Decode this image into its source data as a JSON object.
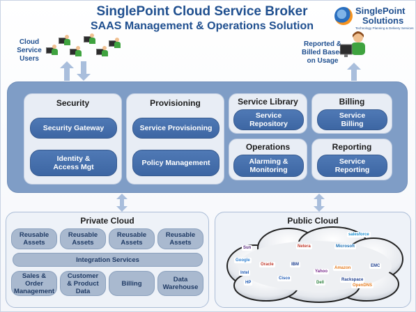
{
  "header": {
    "title": "SinglePoint Cloud Service Broker",
    "subtitle": "SAAS Management & Operations Solution"
  },
  "logo": {
    "line1": "SinglePoint",
    "line2": "Solutions",
    "tagline": "Technology Planning & Delivery Services"
  },
  "left_label": {
    "l1": "Cloud",
    "l2": "Service",
    "l3": "Users"
  },
  "right_label": {
    "l1": "Reported &",
    "l2": "Billed Based",
    "l3": "on Usage"
  },
  "panels": {
    "security": {
      "title": "Security",
      "items": [
        "Security Gateway",
        "Identity &",
        "Access Mgt"
      ]
    },
    "provisioning": {
      "title": "Provisioning",
      "items": [
        "Service Provisioning",
        "Policy Management"
      ]
    },
    "service_library": {
      "title": "Service Library",
      "items": [
        "Service",
        "Repository"
      ]
    },
    "billing": {
      "title": "Billing",
      "items": [
        "Service",
        "Billing"
      ]
    },
    "operations": {
      "title": "Operations",
      "items": [
        "Alarming &",
        "Monitoring"
      ]
    },
    "reporting": {
      "title": "Reporting",
      "items": [
        "Service",
        "Reporting"
      ]
    }
  },
  "private_cloud": {
    "title": "Private Cloud",
    "assets": [
      {
        "l1": "Reusable",
        "l2": "Assets"
      },
      {
        "l1": "Reusable",
        "l2": "Assets"
      },
      {
        "l1": "Reusable",
        "l2": "Assets"
      },
      {
        "l1": "Reusable",
        "l2": "Assets"
      }
    ],
    "integration": "Integration Services",
    "systems": {
      "sales": {
        "l1": "Sales &",
        "l2": "Order",
        "l3": "Management"
      },
      "customer": {
        "l1": "Customer",
        "l2": "& Product",
        "l3": "Data"
      },
      "billing": "Billing",
      "warehouse": {
        "l1": "Data",
        "l2": "Warehouse"
      }
    }
  },
  "public_cloud": {
    "title": "Public Cloud",
    "vendors": [
      "Sun",
      "Netera",
      "Microsoft",
      "Google",
      "IBM",
      "Oracle",
      "Intel",
      "Amazon",
      "EMC",
      "HP",
      "Yahoo",
      "salesforce",
      "Cisco",
      "Dell",
      "Rackspace",
      "OpenDNS"
    ]
  },
  "colors": {
    "brand_blue": "#1f4f8f",
    "panel_blue": "#7f9dc6",
    "pill_blue": "#4a73ad",
    "asset_gray": "#a9b9cf",
    "orange": "#f7931e"
  }
}
